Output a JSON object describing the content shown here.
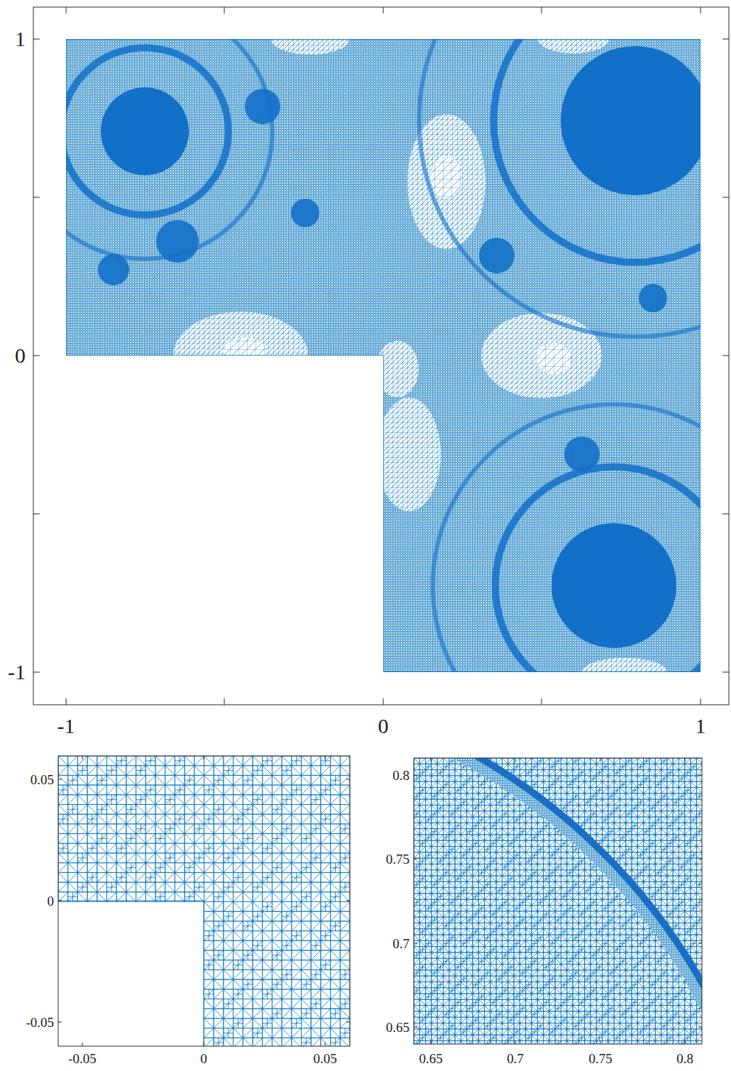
{
  "diagram": {
    "labels": [
      "1",
      "0",
      "-1",
      "-1",
      "0",
      "1",
      "0.05",
      "0",
      "-0.05",
      "-0.05",
      "0",
      "0.05",
      "0.8",
      "0.75",
      "0.7",
      "0.65",
      "0.65",
      "0.7",
      "0.75",
      "0.8"
    ]
  }
}
